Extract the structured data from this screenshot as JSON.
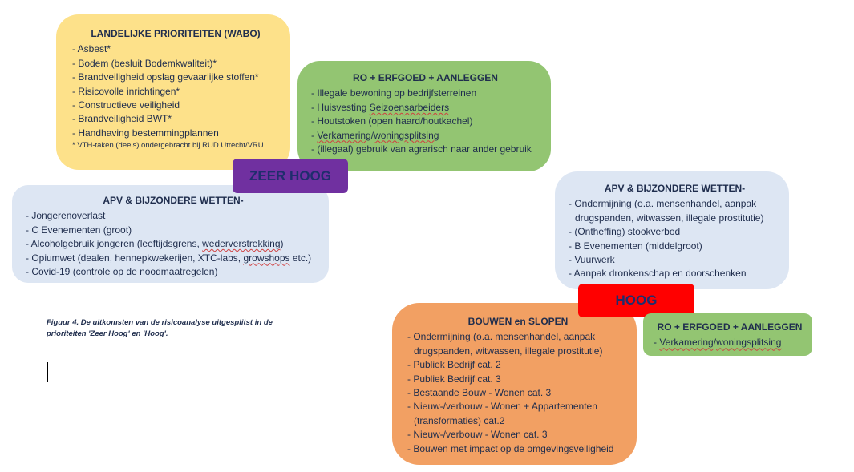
{
  "landelijk": {
    "title": "LANDELIJKE PRIORITEITEN (WABO)",
    "items": [
      "- Asbest*",
      "- Bodem (besluit Bodemkwaliteit)*",
      "- Brandveiligheid opslag gevaarlijke stoffen*",
      "- Risicovolle inrichtingen*",
      "- Constructieve veiligheid",
      "- Brandveiligheid BWT*",
      "- Handhaving bestemmingplannen"
    ],
    "footnote": "* VTH-taken (deels) ondergebracht bij RUD Utrecht/VRU"
  },
  "ro_zeer_hoog": {
    "title": "RO + ERFGOED + AANLEGGEN",
    "items": [
      "- Illegale bewoning op bedrijfsterreinen",
      "- Huisvesting Seizoensarbeiders",
      "- Houtstoken (open haard/houtkachel)",
      "- Verkamering/woningsplitsing",
      "- (illegaal) gebruik van agrarisch naar ander gebruik"
    ]
  },
  "apv_zeer_hoog": {
    "title": "APV & BIJZONDERE WETTEN-",
    "items": [
      "- Jongerenoverlast",
      "- C Evenementen (groot)",
      "- Alcoholgebruik jongeren (leeftijdsgrens, wederverstrekking)",
      "- Opiumwet (dealen, hennepkwekerijen, XTC-labs, growshops etc.)",
      "- Covid-19 (controle op de noodmaatregelen)"
    ]
  },
  "badges": {
    "zeer_hoog": "ZEER HOOG",
    "hoog": "HOOG"
  },
  "apv_hoog": {
    "title": "APV & BIJZONDERE WETTEN-",
    "items": [
      "- Ondermijning (o.a. mensenhandel, aanpak",
      "drugspanden, witwassen, illegale prostitutie)",
      "- (Ontheffing) stookverbod",
      "- B Evenementen (middelgroot)",
      "- Vuurwerk",
      "- Aanpak dronkenschap en doorschenken"
    ]
  },
  "bouwen": {
    "title": "BOUWEN en SLOPEN",
    "items": [
      "- Ondermijning (o.a. mensenhandel, aanpak",
      "drugspanden, witwassen, illegale prostitutie)",
      "- Publiek Bedrijf cat. 2",
      "- Publiek Bedrijf cat. 3",
      "- Bestaande Bouw - Wonen cat. 3",
      "- Nieuw-/verbouw - Wonen + Appartementen",
      "(transformaties) cat.2",
      "- Nieuw-/verbouw - Wonen cat. 3",
      "- Bouwen met impact op de omgevingsveiligheid"
    ]
  },
  "ro_hoog": {
    "title": "RO + ERFGOED + AANLEGGEN",
    "items": [
      "- Verkamering/woningsplitsing"
    ]
  },
  "caption": "Figuur 4. De uitkomsten van de risicoanalyse uitgesplitst in de prioriteiten 'Zeer Hoog' en 'Hoog'.",
  "colors": {
    "yellow": "#fde18a",
    "green": "#93c572",
    "blue": "#dde6f3",
    "orange": "#f2a063",
    "purple": "#7030a0",
    "red": "#ff0000",
    "text": "#1f2d4d"
  }
}
